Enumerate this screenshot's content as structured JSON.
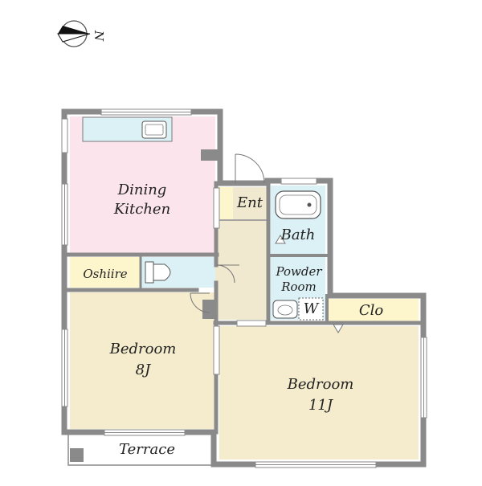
{
  "compass": {
    "label": "N",
    "icon": "north-arrow-icon"
  },
  "rooms": {
    "dining_kitchen": {
      "line1": "Dining",
      "line2": "Kitchen"
    },
    "entrance": {
      "label": "Ent"
    },
    "bath": {
      "label": "Bath"
    },
    "powder_room": {
      "line1": "Powder",
      "line2": "Room"
    },
    "washer": {
      "label": "W"
    },
    "oshiire": {
      "label": "Oshiire"
    },
    "closet": {
      "label": "Clo"
    },
    "bedroom_8": {
      "line1": "Bedroom",
      "line2": "8J"
    },
    "bedroom_11": {
      "line1": "Bedroom",
      "line2": "11J"
    },
    "terrace": {
      "label": "Terrace"
    }
  },
  "colors": {
    "wall": "#8a8a8a",
    "kitchen": "#fce4ec",
    "bedroom": "#f5eccd",
    "hall": "#f1e9cf",
    "storage": "#fdf6cc",
    "wet": "#dcf1f6",
    "terrace": "#ffffff"
  }
}
